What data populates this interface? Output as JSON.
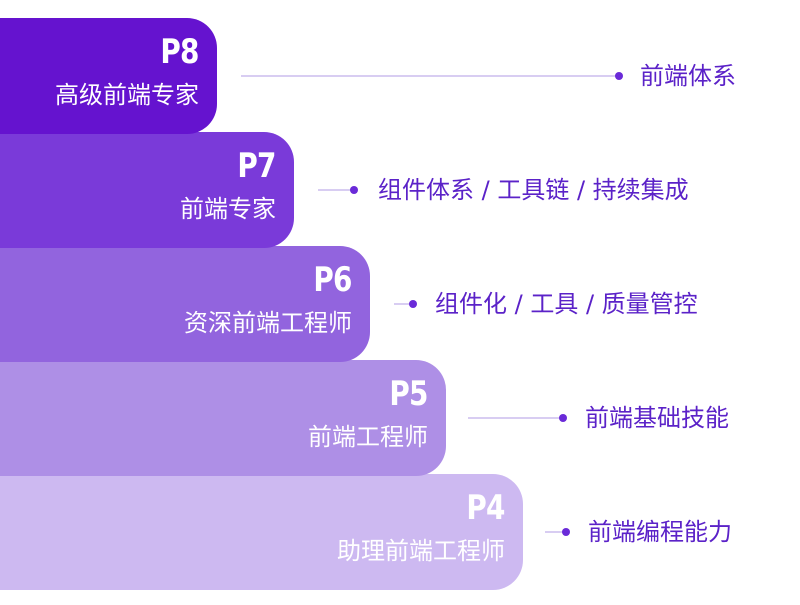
{
  "levels": [
    {
      "code": "P8",
      "title": "高级前端专家",
      "description": "前端体系"
    },
    {
      "code": "P7",
      "title": "前端专家",
      "description": "组件体系 / 工具链 / 持续集成"
    },
    {
      "code": "P6",
      "title": "资深前端工程师",
      "description": "组件化 / 工具 / 质量管控"
    },
    {
      "code": "P5",
      "title": "前端工程师",
      "description": "前端基础技能"
    },
    {
      "code": "P4",
      "title": "助理前端工程师",
      "description": "前端编程能力"
    }
  ],
  "colors": {
    "P8": "#6513cf",
    "P7": "#7a3ad9",
    "P6": "#9264de",
    "P5": "#ae8fe6",
    "P4": "#cdb9f1",
    "accent_text": "#5b22c8",
    "connector": "#d8cdf2"
  }
}
